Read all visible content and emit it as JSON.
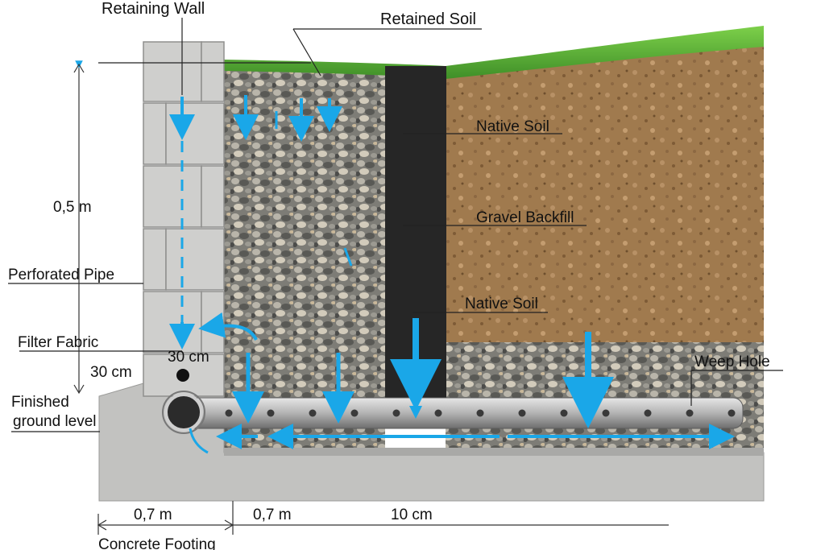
{
  "labels": {
    "retaining_wall": "Retaining Wall",
    "retained_soil": "Retained Soil",
    "native_soil_top": "Native Soil",
    "gravel_backfill": "Gravel Backfill",
    "native_soil_lower": "Native Soil",
    "perforated_pipe": "Perforated Pipe",
    "filter_fabric": "Filter Fabric",
    "weep_hole": "Weep Hole",
    "finished_ground_level_line1": "Finished",
    "finished_ground_level_line2": "ground level",
    "concrete_footing": "Concrete Footing"
  },
  "dimensions": {
    "wall_height": "0,5 m",
    "pipe_height": "30 cm",
    "pipe_height_small": "30 cm",
    "footing_width_left": "0,7 m",
    "footing_width_right": "0,7 m",
    "trench_length": "10 cm"
  },
  "colors": {
    "water_arrow": "#1aa7e8",
    "grass": "#5fb53a",
    "native_soil": "#a07a4e",
    "gravel": "#8b8b86",
    "membrane": "#262626",
    "concrete": "#c2c2c0",
    "pipe": "#b7b7b7"
  }
}
